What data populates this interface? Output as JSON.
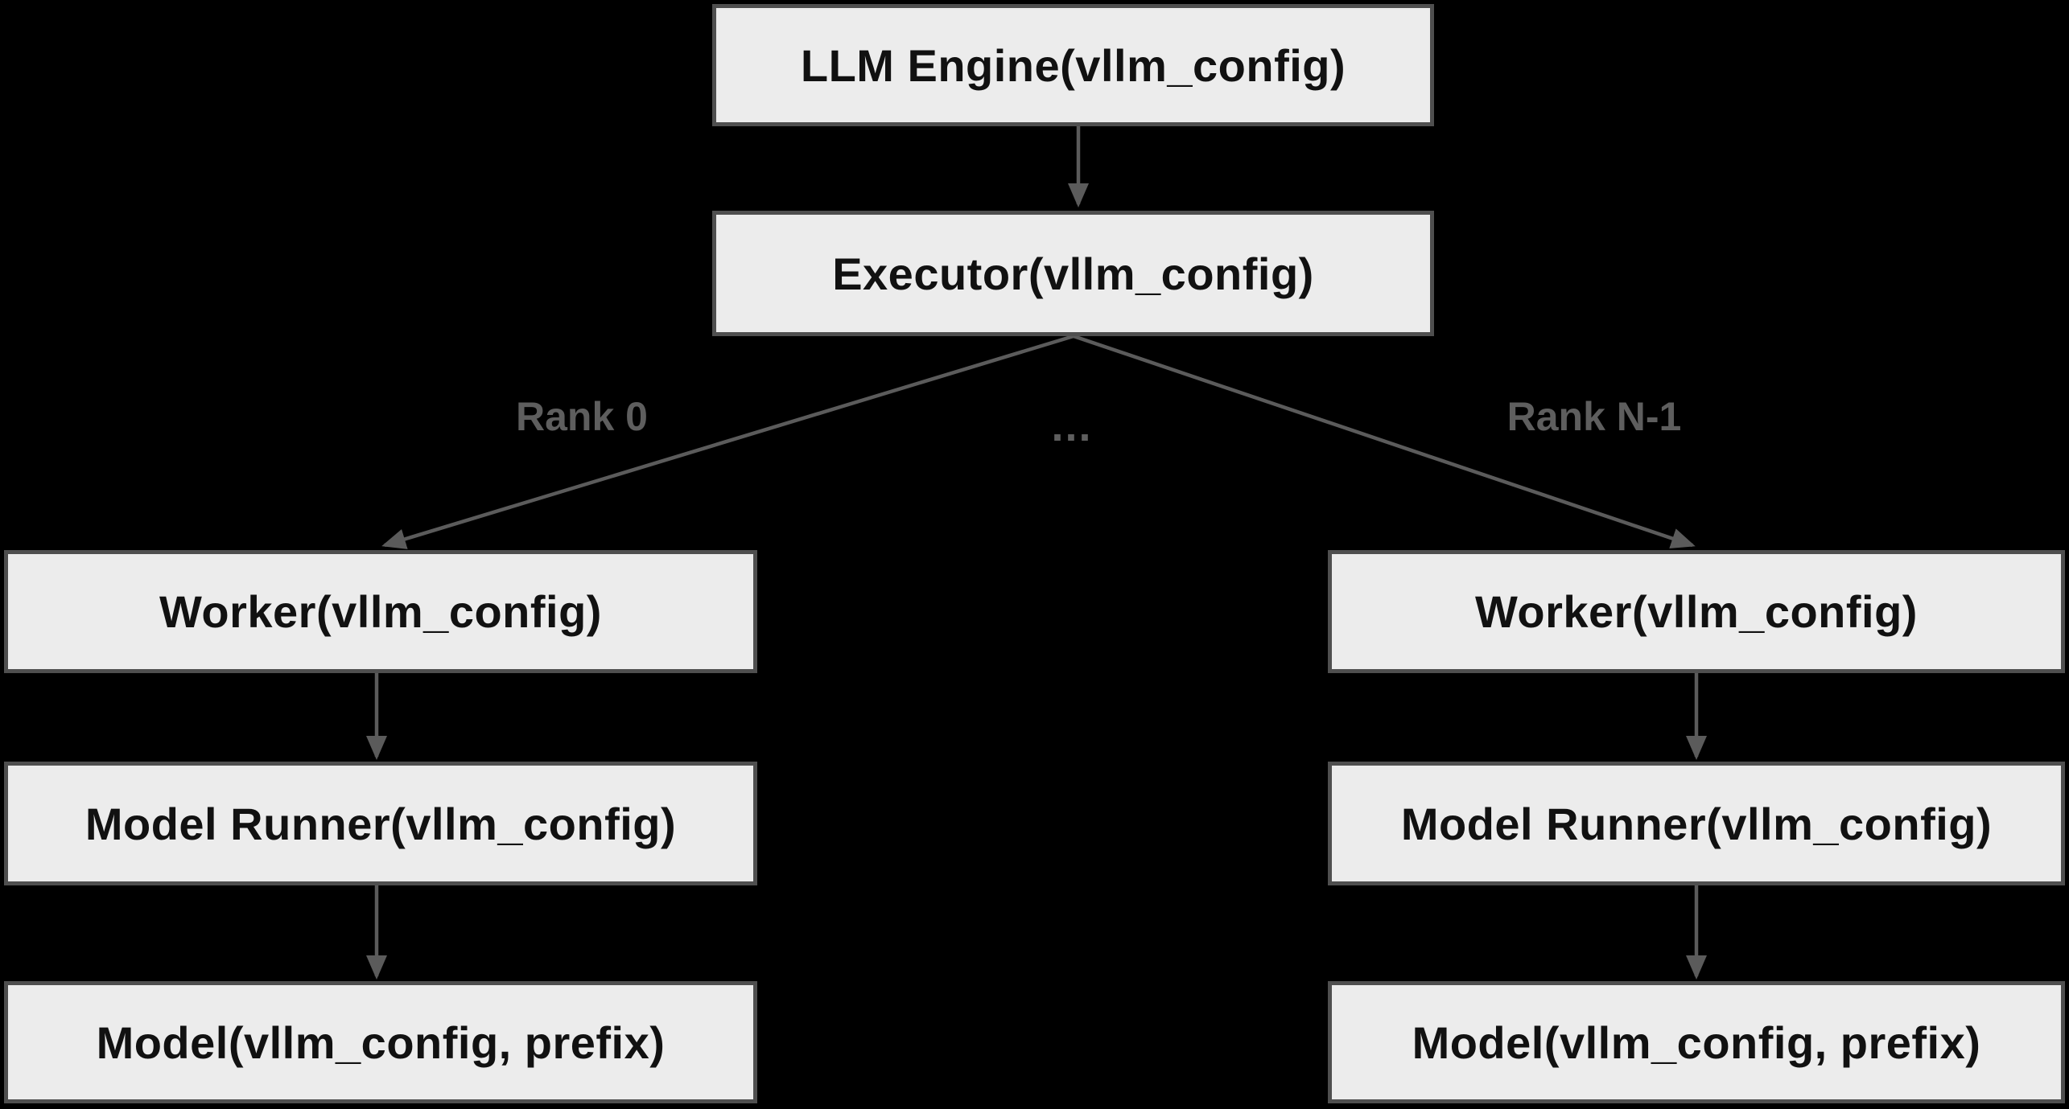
{
  "colors": {
    "background": "#000000",
    "node_fill": "#ececec",
    "node_border": "#4f4f4f",
    "node_text": "#111111",
    "edge": "#5b5b5b",
    "edge_label": "#5e5e5e"
  },
  "diagram": {
    "type": "flowchart",
    "nodes": {
      "llm_engine": {
        "label": "LLM Engine(vllm_config)"
      },
      "executor": {
        "label": "Executor(vllm_config)"
      },
      "worker_rank0": {
        "label": "Worker(vllm_config)"
      },
      "model_runner_rank0": {
        "label": "Model Runner(vllm_config)"
      },
      "model_rank0": {
        "label": "Model(vllm_config, prefix)"
      },
      "worker_rankN": {
        "label": "Worker(vllm_config)"
      },
      "model_runner_rankN": {
        "label": "Model Runner(vllm_config)"
      },
      "model_rankN": {
        "label": "Model(vllm_config, prefix)"
      }
    },
    "edge_labels": {
      "rank0": "Rank 0",
      "ellipsis": "...",
      "rankN": "Rank N-1"
    },
    "edges": [
      {
        "from": "llm_engine",
        "to": "executor"
      },
      {
        "from": "executor",
        "to": "worker_rank0",
        "label": "Rank 0"
      },
      {
        "from": "executor",
        "to": "worker_rankN",
        "label": "Rank N-1"
      },
      {
        "from": "worker_rank0",
        "to": "model_runner_rank0"
      },
      {
        "from": "model_runner_rank0",
        "to": "model_rank0"
      },
      {
        "from": "worker_rankN",
        "to": "model_runner_rankN"
      },
      {
        "from": "model_runner_rankN",
        "to": "model_rankN"
      }
    ]
  }
}
